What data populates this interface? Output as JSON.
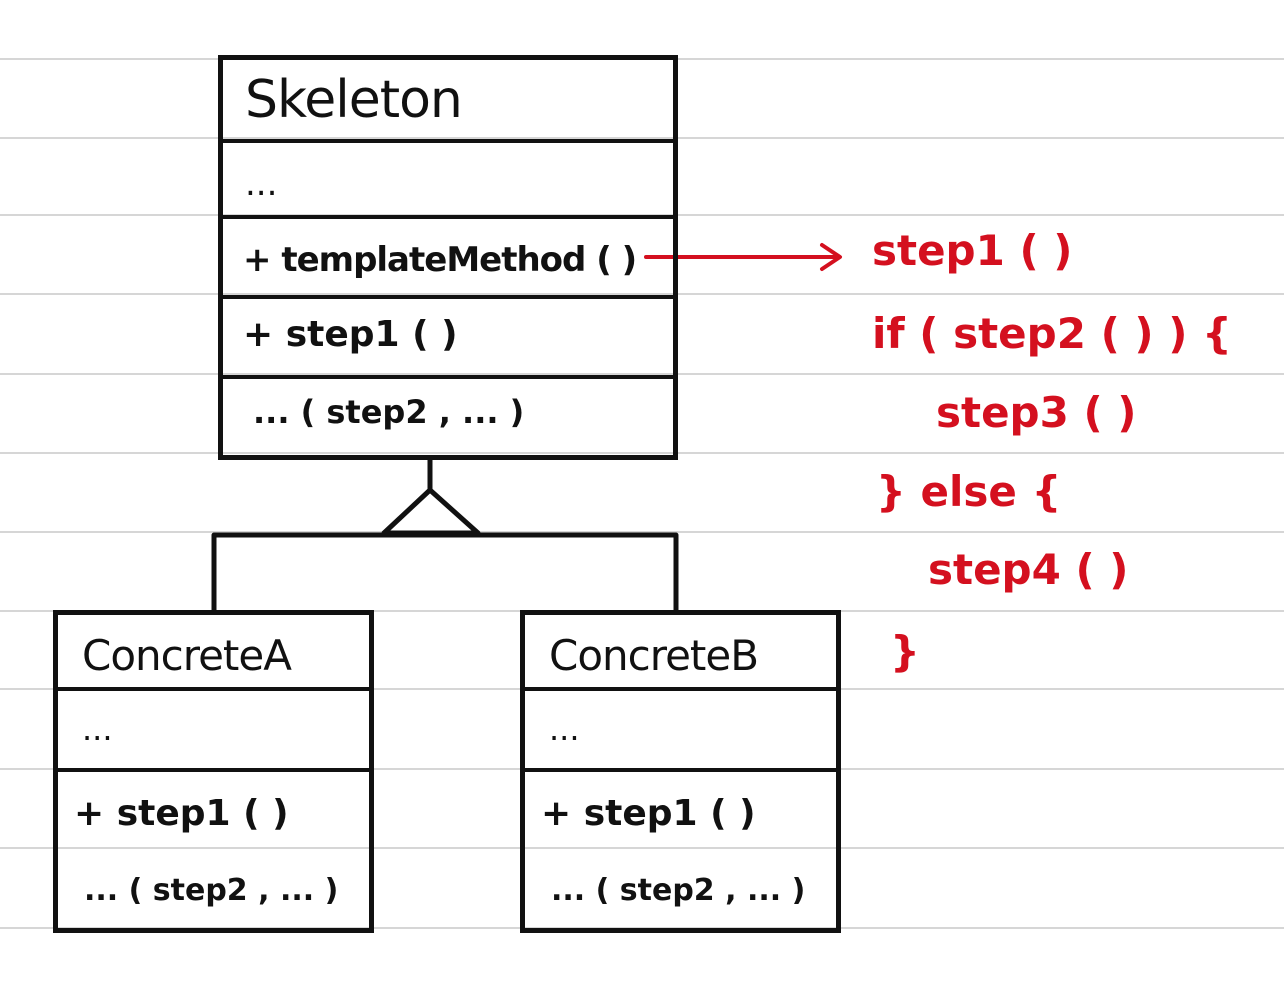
{
  "colors": {
    "ink": "#111111",
    "code": "#d4101f",
    "ruled_line": "#d6d6d6",
    "paper": "#ffffff"
  },
  "classes": {
    "skeleton": {
      "name": "Skeleton",
      "attributes": "...",
      "methods": [
        "+ templateMethod ( )",
        "+ step1 ( )",
        "... ( step2 , ... )"
      ]
    },
    "concrete_a": {
      "name": "ConcreteA",
      "attributes": "...",
      "methods": [
        "+ step1 ( )",
        "... ( step2 , ... )"
      ]
    },
    "concrete_b": {
      "name": "ConcreteB",
      "attributes": "...",
      "methods": [
        "+ step1 ( )",
        "... ( step2 , ... )"
      ]
    }
  },
  "template_method_body": {
    "lines": [
      "step1 ( )",
      "if ( step2 ( ) ) {",
      "step3 ( )",
      "} else {",
      "step4 ( )",
      "}"
    ]
  }
}
